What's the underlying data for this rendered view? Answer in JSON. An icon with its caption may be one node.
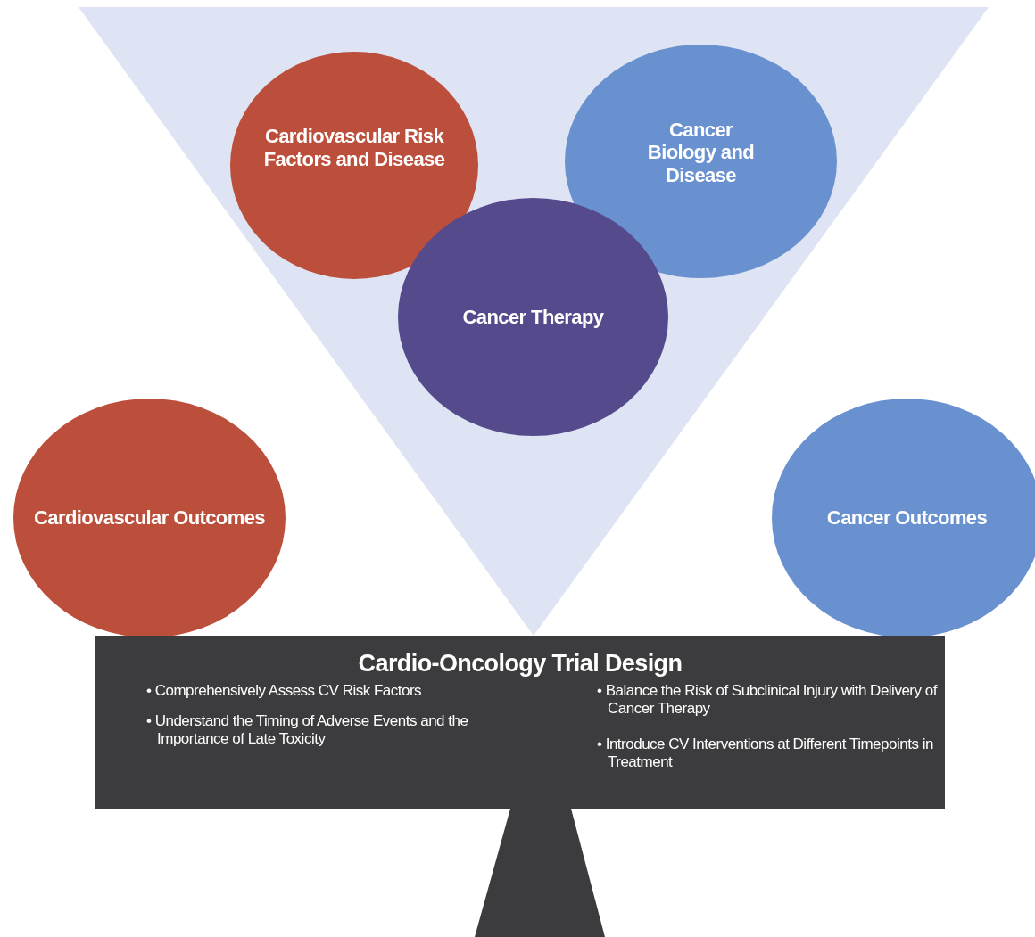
{
  "diagram": {
    "nodes": [
      {
        "text": [
          "Cardiovascular Risk Factors and Disease"
        ]
      },
      {
        "text": [
          "Cancer Biology and Disease"
        ]
      },
      {
        "text": [
          "Cancer Therapy"
        ]
      },
      {
        "text": [
          "Cardiovascular Outcomes"
        ]
      },
      {
        "text": [
          "Cancer Outcomes"
        ]
      },
      {
        "text": [
          "Cardio-Oncology Trial Design",
          "• Comprehensively Assess CV Risk Factors",
          "• Understand the Timing of Adverse Events and the Importance of Late Toxicity",
          "• Balance the Risk of Subclinical Injury with Delivery of Cancer Therapy",
          "• Introduce CV Interventions at Different Timepoints in Treatment"
        ]
      },
      {
        "text": [],
        "shape": "trapezoid"
      }
    ],
    "edges": []
  }
}
